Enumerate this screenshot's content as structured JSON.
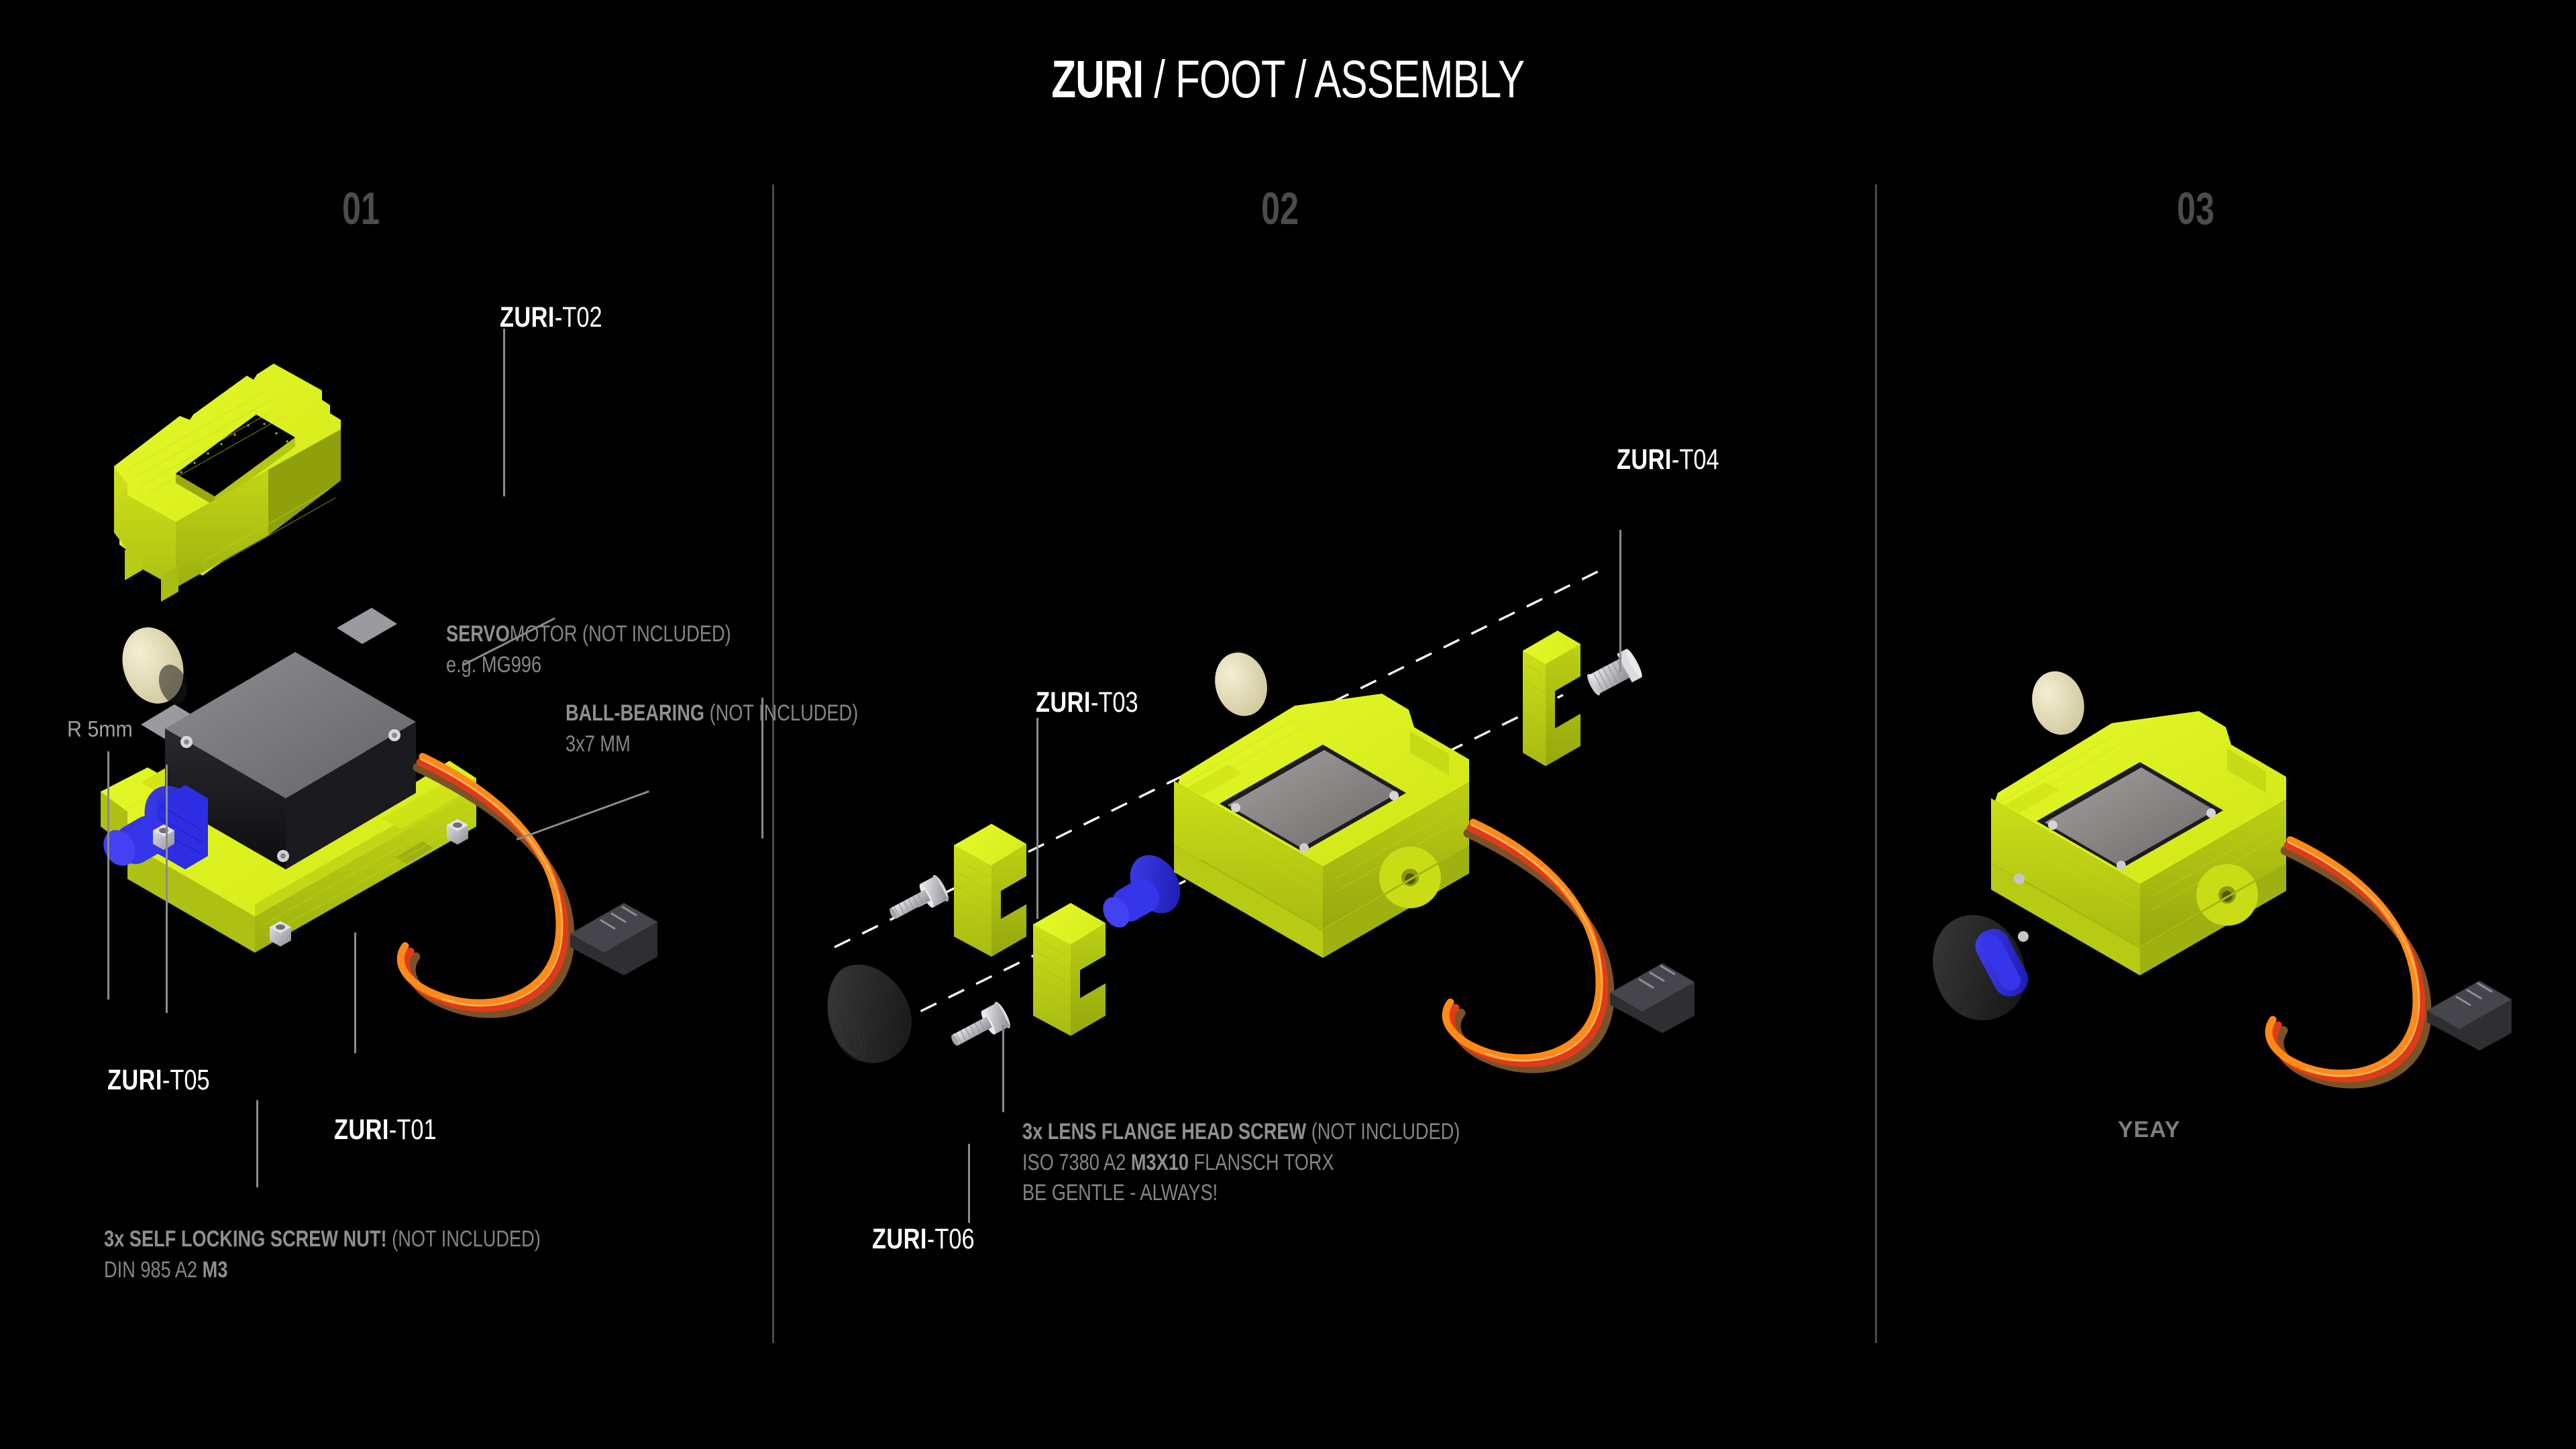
{
  "header": {
    "title_bold": "ZURI",
    "title_light": " / FOOT / ASSEMBLY",
    "full_title": "ZURI / FOOT / ASSEMBLY"
  },
  "colors": {
    "background": "#000000",
    "part_yellow": "#dcf01f",
    "part_yellow_dark": "#b6c616",
    "part_yellow_shadow": "#9aa812",
    "servo_gray": "#6d6d70",
    "servo_dark": "#111114",
    "horn_blue": "#2a2ae0",
    "horn_blue_dark": "#1a1aa8",
    "foot_black": "#2b2b2b",
    "bearing_cream": "#e8e2c0",
    "metal_silver": "#c9c9cd",
    "wire_orange": "#ff7a10",
    "wire_red": "#e03b18",
    "wire_brown": "#7a5228",
    "label_white": "#ffffff",
    "label_gray": "#8a8a8a",
    "step_num_gray": "#4c4c4c",
    "leader_gray": "#8c8c8c",
    "divider_gray": "#4a4a4a"
  },
  "steps": [
    {
      "number": "01"
    },
    {
      "number": "02"
    },
    {
      "number": "03"
    }
  ],
  "step1": {
    "part_labels": [
      {
        "bold": "ZURI",
        "light": "-T02"
      },
      {
        "bold": "ZURI",
        "light": "-T05"
      },
      {
        "bold": "ZURI",
        "light": "-T01"
      }
    ],
    "notes": [
      {
        "line1_bold": "SERVO",
        "line1_light": "MOTOR (NOT INCLUDED)",
        "line2_light": "e.g. MG996",
        "line2_bold": ""
      },
      {
        "line1_bold": "BALL-BEARING",
        "line1_light": " (NOT INCLUDED)",
        "line2_light": "3x7 MM",
        "line2_bold": ""
      },
      {
        "line1_bold": "3x SELF LOCKING SCREW NUT!",
        "line1_light": " (NOT INCLUDED)",
        "line2_light": "DIN 985 A2 ",
        "line2_bold": "M3"
      }
    ],
    "dimension": "R 5mm"
  },
  "step2": {
    "part_labels": [
      {
        "bold": "ZURI",
        "light": "-T04"
      },
      {
        "bold": "ZURI",
        "light": "-T03"
      },
      {
        "bold": "ZURI",
        "light": "-T06"
      }
    ],
    "notes": [
      {
        "line1_bold": "3x LENS FLANGE HEAD SCREW",
        "line1_light": " (NOT INCLUDED)",
        "line2_a": "ISO 7380 A2 ",
        "line2_b": "M3X10",
        "line2_c": " FLANSCH TORX",
        "line3": "BE GENTLE - ALWAYS!"
      }
    ]
  },
  "step3": {
    "caption": "YEAY"
  }
}
